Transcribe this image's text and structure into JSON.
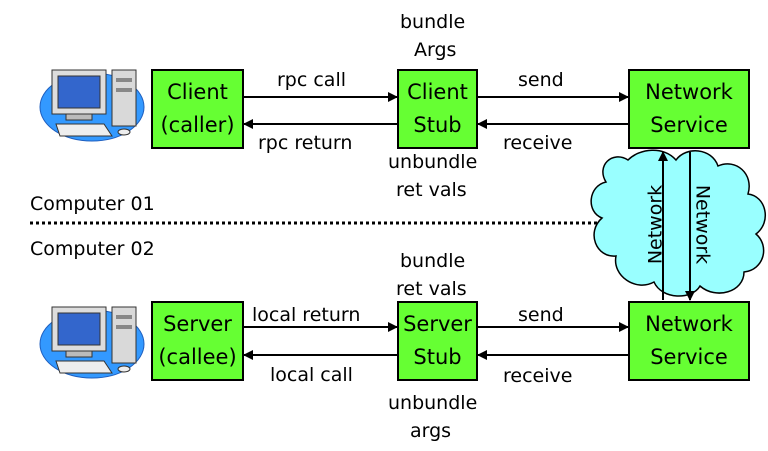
{
  "client_box": {
    "line1": "Client",
    "line2": "(caller)"
  },
  "client_stub_box": {
    "line1": "Client",
    "line2": "Stub"
  },
  "network_service_top": {
    "line1": "Network",
    "line2": "Service"
  },
  "server_box": {
    "line1": "Server",
    "line2": "(callee)"
  },
  "server_stub_box": {
    "line1": "Server",
    "line2": "Stub"
  },
  "network_service_bottom": {
    "line1": "Network",
    "line2": "Service"
  },
  "labels": {
    "rpc_call": "rpc call",
    "rpc_return": "rpc return",
    "send_top": "send",
    "receive_top": "receive",
    "bundle_args_1": "bundle",
    "bundle_args_2": "Args",
    "unbundle_ret_1": "unbundle",
    "unbundle_ret_2": "ret vals",
    "computer_01": "Computer 01",
    "computer_02": "Computer 02",
    "bundle_ret_1": "bundle",
    "bundle_ret_2": "ret vals",
    "local_return": "local return",
    "local_call": "local call",
    "send_bottom": "send",
    "receive_bottom": "receive",
    "unbundle_args_1": "unbundle",
    "unbundle_args_2": "args",
    "network_left": "Network",
    "network_right": "Network"
  },
  "colors": {
    "box_fill": "#66ff33",
    "cloud_fill": "#99ffff",
    "monitor_screen": "#3366cc"
  }
}
